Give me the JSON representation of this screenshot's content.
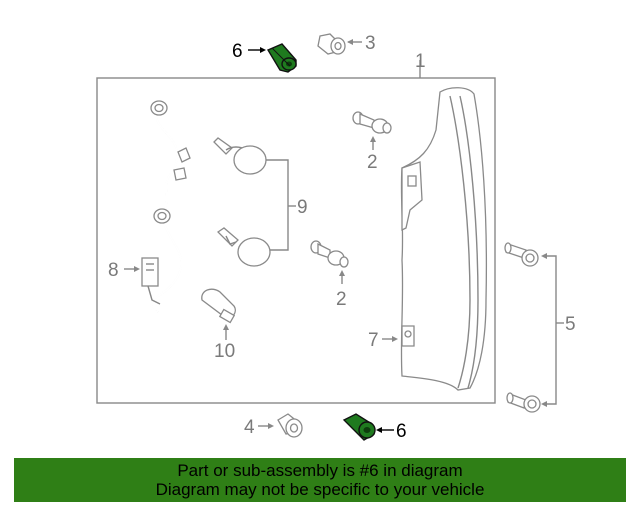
{
  "callouts": {
    "c1": "1",
    "c2a": "2",
    "c2b": "2",
    "c3": "3",
    "c4": "4",
    "c5": "5",
    "c6a": "6",
    "c6b": "6",
    "c7": "7",
    "c8": "8",
    "c9": "9",
    "c10": "10"
  },
  "highlight_color": "#1f7a1f",
  "banner": {
    "line1": "Part or sub-assembly is #6 in diagram",
    "line2": "Diagram may not be specific to your vehicle",
    "color": "#2f7f16"
  }
}
